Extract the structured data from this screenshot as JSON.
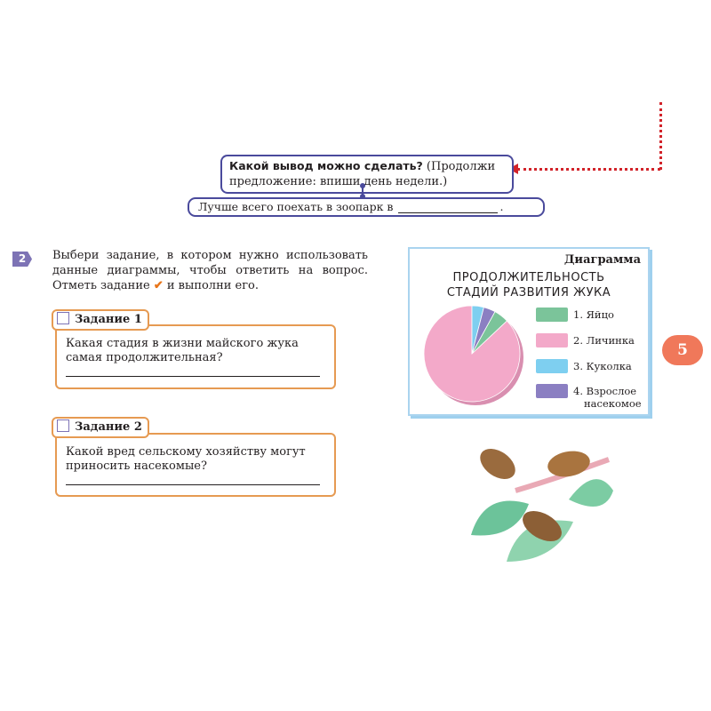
{
  "conclusion": {
    "bold": "Какой вывод можно сделать?",
    "rest1": " (Продолжи",
    "rest2": "предложение: впиши день недели.)"
  },
  "answer_line": {
    "text": "Лучше всего поехать в зоопарк в",
    "end": "."
  },
  "exercise": {
    "number": "2",
    "instruction_a": "Выбери задание, в котором нужно использовать данные диаграммы, чтобы ответить на вопрос. Отметь задание ",
    "check_mark": "✔",
    "instruction_b": " и выполни его."
  },
  "tasks": [
    {
      "title": "Задание 1",
      "question": "Какая стадия в жизни майского жука самая продолжительная?"
    },
    {
      "title": "Задание 2",
      "question": "Какой вред сельскому хозяйству могут приносить насекомые?"
    }
  ],
  "side_number": "5",
  "chart_data": {
    "type": "pie",
    "header": "Диаграмма",
    "title_line1": "ПРОДОЛЖИТЕЛЬНОСТЬ",
    "title_line2": "СТАДИЙ РАЗВИТИЯ ЖУКА",
    "categories": [
      "1. Яйцо",
      "2. Личинка",
      "3. Куколка",
      "4. Взрослое насекомое"
    ],
    "legend_lines": [
      [
        "1. Яйцо"
      ],
      [
        "2. Личинка"
      ],
      [
        "3. Куколка"
      ],
      [
        "4. Взрослое",
        "насекомое"
      ]
    ],
    "values": [
      5,
      87,
      4,
      4
    ],
    "colors": [
      "#7bc49a",
      "#f3a9c9",
      "#7ecff0",
      "#8b7fc2"
    ],
    "legend_placement": "right"
  },
  "icons": [
    "egg-icon",
    "larva-icon",
    "pupa-icon",
    "beetle-icon",
    "arrow-left-icon",
    "check-icon",
    "checkbox-icon"
  ]
}
